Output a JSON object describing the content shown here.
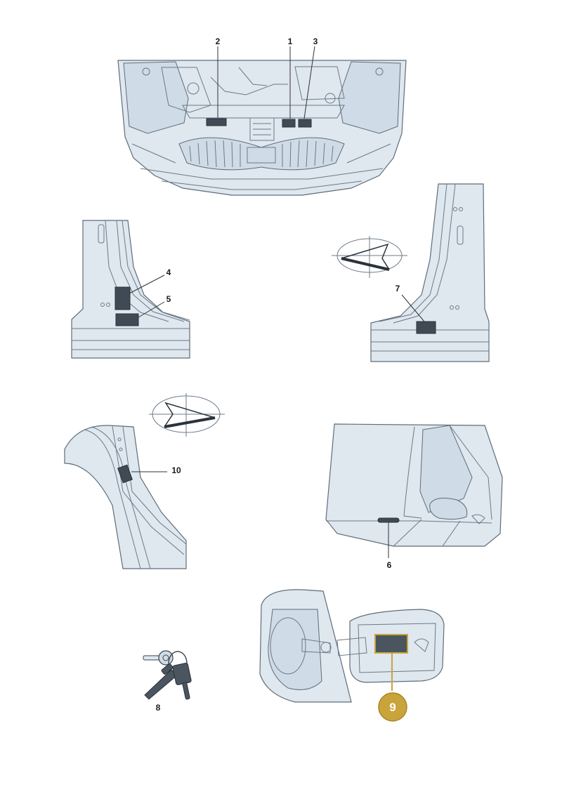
{
  "callouts": {
    "c1": "1",
    "c2": "2",
    "c3": "3",
    "c4": "4",
    "c5": "5",
    "c6": "6",
    "c7": "7",
    "c8": "8",
    "c9": "9",
    "c10": "10"
  },
  "colors": {
    "highlight_badge": "#c9a43a",
    "label_dark": "#3f4a55"
  }
}
